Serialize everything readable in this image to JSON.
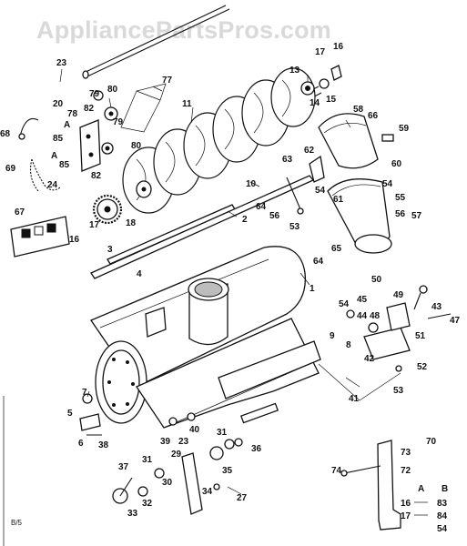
{
  "watermark": "AppliancePartsPros.com",
  "footer_code": "B/5",
  "callouts": [
    {
      "id": "c-23",
      "text": "23"
    },
    {
      "id": "c-20",
      "text": "20"
    },
    {
      "id": "c-79a",
      "text": "79"
    },
    {
      "id": "c-80a",
      "text": "80"
    },
    {
      "id": "c-77",
      "text": "77"
    },
    {
      "id": "c-82a",
      "text": "82"
    },
    {
      "id": "c-79b",
      "text": "79"
    },
    {
      "id": "c-78",
      "text": "78"
    },
    {
      "id": "c-A1",
      "text": "A"
    },
    {
      "id": "c-68",
      "text": "68"
    },
    {
      "id": "c-85a",
      "text": "85"
    },
    {
      "id": "c-80b",
      "text": "80"
    },
    {
      "id": "c-69",
      "text": "69"
    },
    {
      "id": "c-A2",
      "text": "A"
    },
    {
      "id": "c-85b",
      "text": "85"
    },
    {
      "id": "c-82b",
      "text": "82"
    },
    {
      "id": "c-24",
      "text": "24"
    },
    {
      "id": "c-11",
      "text": "11"
    },
    {
      "id": "c-13",
      "text": "13"
    },
    {
      "id": "c-17a",
      "text": "17"
    },
    {
      "id": "c-16a",
      "text": "16"
    },
    {
      "id": "c-14",
      "text": "14"
    },
    {
      "id": "c-15",
      "text": "15"
    },
    {
      "id": "c-58",
      "text": "58"
    },
    {
      "id": "c-66",
      "text": "66"
    },
    {
      "id": "c-59",
      "text": "59"
    },
    {
      "id": "c-62",
      "text": "62"
    },
    {
      "id": "c-63",
      "text": "63"
    },
    {
      "id": "c-60",
      "text": "60"
    },
    {
      "id": "c-10",
      "text": "10"
    },
    {
      "id": "c-54a",
      "text": "54"
    },
    {
      "id": "c-54b",
      "text": "54"
    },
    {
      "id": "c-61",
      "text": "61"
    },
    {
      "id": "c-55",
      "text": "55"
    },
    {
      "id": "c-64a",
      "text": "64"
    },
    {
      "id": "c-56a",
      "text": "56"
    },
    {
      "id": "c-56b",
      "text": "56"
    },
    {
      "id": "c-57",
      "text": "57"
    },
    {
      "id": "c-53a",
      "text": "53"
    },
    {
      "id": "c-67",
      "text": "67"
    },
    {
      "id": "c-17b",
      "text": "17"
    },
    {
      "id": "c-2",
      "text": "2"
    },
    {
      "id": "c-18",
      "text": "18"
    },
    {
      "id": "c-16b",
      "text": "16"
    },
    {
      "id": "c-3",
      "text": "3"
    },
    {
      "id": "c-65",
      "text": "65"
    },
    {
      "id": "c-64b",
      "text": "64"
    },
    {
      "id": "c-4",
      "text": "4"
    },
    {
      "id": "c-1",
      "text": "1"
    },
    {
      "id": "c-50",
      "text": "50"
    },
    {
      "id": "c-54c",
      "text": "54"
    },
    {
      "id": "c-45",
      "text": "45"
    },
    {
      "id": "c-49",
      "text": "49"
    },
    {
      "id": "c-43",
      "text": "43"
    },
    {
      "id": "c-44",
      "text": "44"
    },
    {
      "id": "c-48",
      "text": "48"
    },
    {
      "id": "c-47",
      "text": "47"
    },
    {
      "id": "c-9",
      "text": "9"
    },
    {
      "id": "c-8",
      "text": "8"
    },
    {
      "id": "c-51",
      "text": "51"
    },
    {
      "id": "c-42",
      "text": "42"
    },
    {
      "id": "c-52",
      "text": "52"
    },
    {
      "id": "c-53b",
      "text": "53"
    },
    {
      "id": "c-41",
      "text": "41"
    },
    {
      "id": "c-7",
      "text": "7"
    },
    {
      "id": "c-5",
      "text": "5"
    },
    {
      "id": "c-6",
      "text": "6"
    },
    {
      "id": "c-38",
      "text": "38"
    },
    {
      "id": "c-39",
      "text": "39"
    },
    {
      "id": "c-40",
      "text": "40"
    },
    {
      "id": "c-23b",
      "text": "23"
    },
    {
      "id": "c-31a",
      "text": "31"
    },
    {
      "id": "c-36",
      "text": "36"
    },
    {
      "id": "c-73",
      "text": "73"
    },
    {
      "id": "c-70",
      "text": "70"
    },
    {
      "id": "c-37",
      "text": "37"
    },
    {
      "id": "c-31b",
      "text": "31"
    },
    {
      "id": "c-29",
      "text": "29"
    },
    {
      "id": "c-35",
      "text": "35"
    },
    {
      "id": "c-74",
      "text": "74"
    },
    {
      "id": "c-72",
      "text": "72"
    },
    {
      "id": "c-30",
      "text": "30"
    },
    {
      "id": "c-32",
      "text": "32"
    },
    {
      "id": "c-34",
      "text": "34"
    },
    {
      "id": "c-27",
      "text": "27"
    },
    {
      "id": "c-33",
      "text": "33"
    }
  ],
  "legend": {
    "col_a": "A",
    "col_b": "B",
    "rows": [
      {
        "a": "16",
        "b": "83"
      },
      {
        "a": "17",
        "b": "84"
      },
      {
        "a": "",
        "b": "54"
      }
    ]
  }
}
